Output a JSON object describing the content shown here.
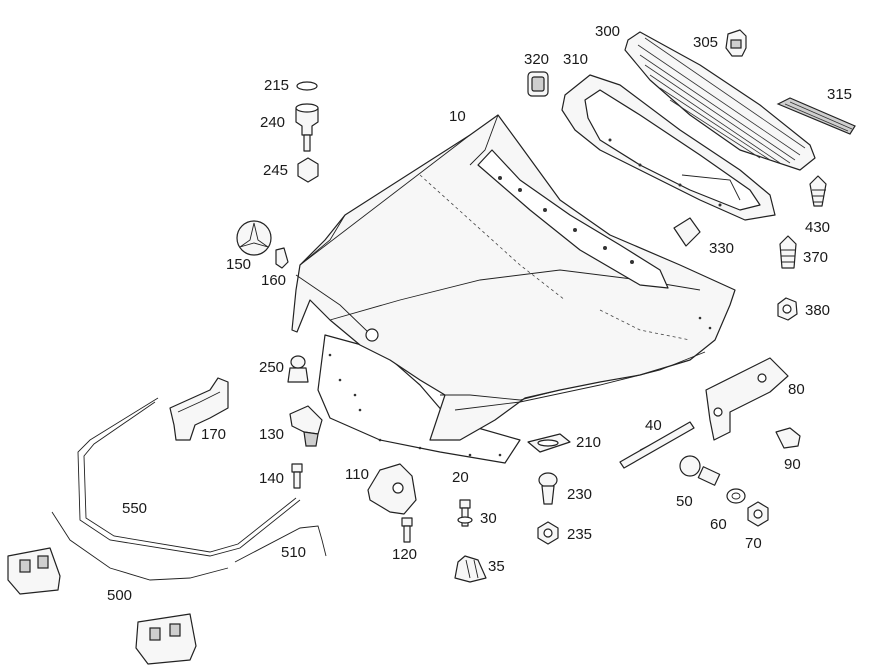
{
  "diagram": {
    "part_numbers": {
      "p10": "10",
      "p20": "20",
      "p30": "30",
      "p35": "35",
      "p40": "40",
      "p50": "50",
      "p60": "60",
      "p70": "70",
      "p80": "80",
      "p90": "90",
      "p110": "110",
      "p120": "120",
      "p130": "130",
      "p140": "140",
      "p150": "150",
      "p160": "160",
      "p170": "170",
      "p210": "210",
      "p215": "215",
      "p230": "230",
      "p235": "235",
      "p240": "240",
      "p245": "245",
      "p250": "250",
      "p300": "300",
      "p305": "305",
      "p310": "310",
      "p315": "315",
      "p320": "320",
      "p330": "330",
      "p370": "370",
      "p380": "380",
      "p430": "430",
      "p500": "500",
      "p510": "510",
      "p550": "550"
    }
  }
}
